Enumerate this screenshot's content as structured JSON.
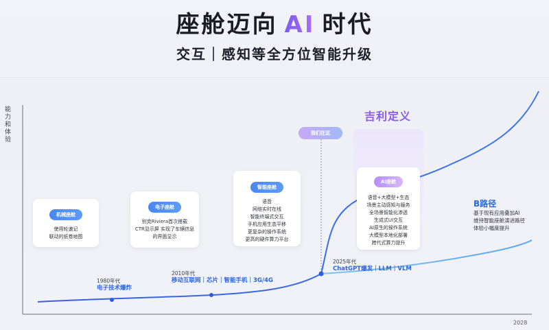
{
  "header": {
    "title_pre": "座舱迈向",
    "title_ai": "AI",
    "title_post": "时代",
    "subtitle": "交互｜感知等全方位智能升级"
  },
  "axes": {
    "y_label": "能力和体验",
    "x_end": "2028"
  },
  "cards": [
    {
      "label": "机械座舱",
      "text": "使用轮速记\n联动的纸卷地图"
    },
    {
      "label": "电子座舱",
      "text": "别克Riviera首次搭载\nCTR显示屏 实现了车辆信息\n的界面显示"
    },
    {
      "label": "智能座舱",
      "text": "语音\n网络实时在线\n智能终端式交互\n手机应用生态平移\n更复杂的操作系统\n更高的硬件算力平台"
    },
    {
      "label": "AI座舱",
      "text": "语音+大模型+生态\n场景主动感知与服务\n全场景智能化渗透\n生成式UI交互\nAI原生的操作系统\n大模型本地化部署\n跨代式算力提升"
    }
  ],
  "eras": [
    {
      "year": "1980年代",
      "highlight": "电子技术爆炸"
    },
    {
      "year": "2010年代",
      "highlight": "移动互联网｜芯片｜智能手机｜3G/4G"
    },
    {
      "year": "2025年代",
      "highlight": "ChatGPT爆发｜LLM｜VLM"
    }
  ],
  "geely_label": "吉利定义",
  "we_are_here": "我们在这",
  "b_path": {
    "title": "B路径",
    "text": "基于现有应用叠加AI\n维持智能座舱演进路径\n体验小幅度提升"
  },
  "colors": {
    "accent_blue": "#2a66dc",
    "accent_purple": "#8a5bf0",
    "curve_main": "#3e63e6",
    "curve_b": "#8fc6f2"
  }
}
